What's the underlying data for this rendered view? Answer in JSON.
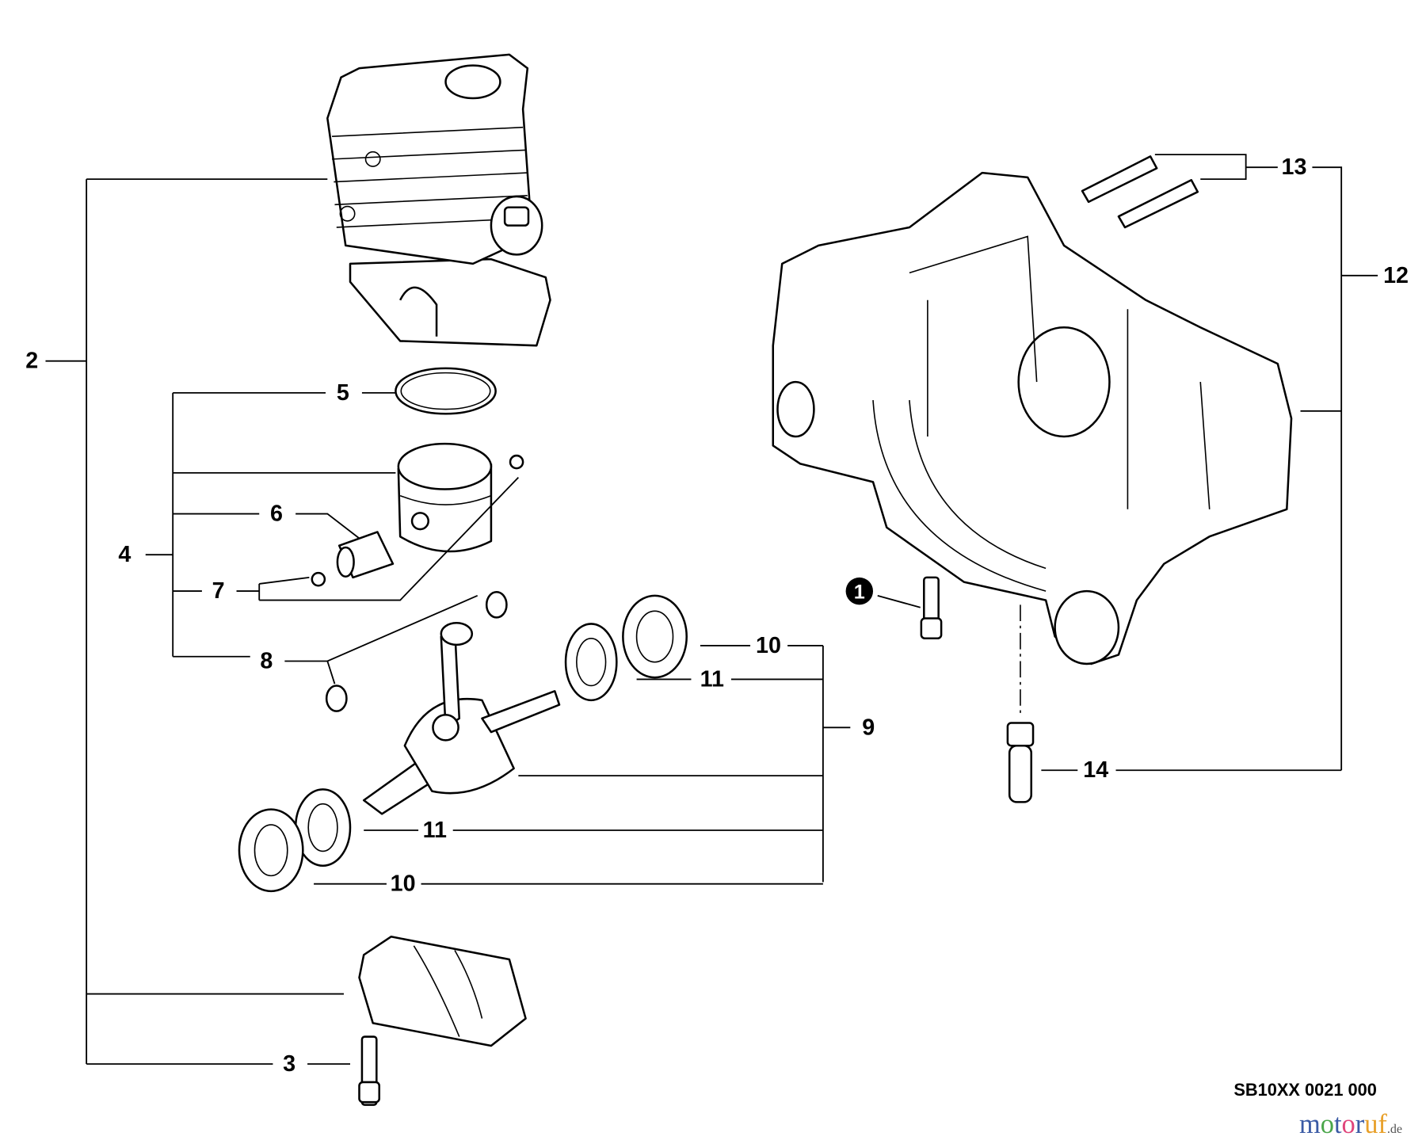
{
  "diagram": {
    "callouts": [
      {
        "id": "1",
        "label": "1",
        "style": "filled-circle"
      },
      {
        "id": "2",
        "label": "2"
      },
      {
        "id": "3",
        "label": "3"
      },
      {
        "id": "4",
        "label": "4"
      },
      {
        "id": "5",
        "label": "5"
      },
      {
        "id": "6",
        "label": "6"
      },
      {
        "id": "7",
        "label": "7"
      },
      {
        "id": "8",
        "label": "8"
      },
      {
        "id": "9",
        "label": "9"
      },
      {
        "id": "10a",
        "label": "10"
      },
      {
        "id": "10b",
        "label": "10"
      },
      {
        "id": "11a",
        "label": "11"
      },
      {
        "id": "11b",
        "label": "11"
      },
      {
        "id": "12",
        "label": "12"
      },
      {
        "id": "13",
        "label": "13"
      },
      {
        "id": "14",
        "label": "14"
      }
    ],
    "drawing_code": "SB10XX 0021 000",
    "watermark": {
      "text": "motoruf",
      "suffix": ".de",
      "colors": [
        "#3b5ba5",
        "#3b5ba5",
        "#4aa64a",
        "#e0457b",
        "#3b5ba5",
        "#e8a02a",
        "#e8a02a"
      ]
    }
  }
}
